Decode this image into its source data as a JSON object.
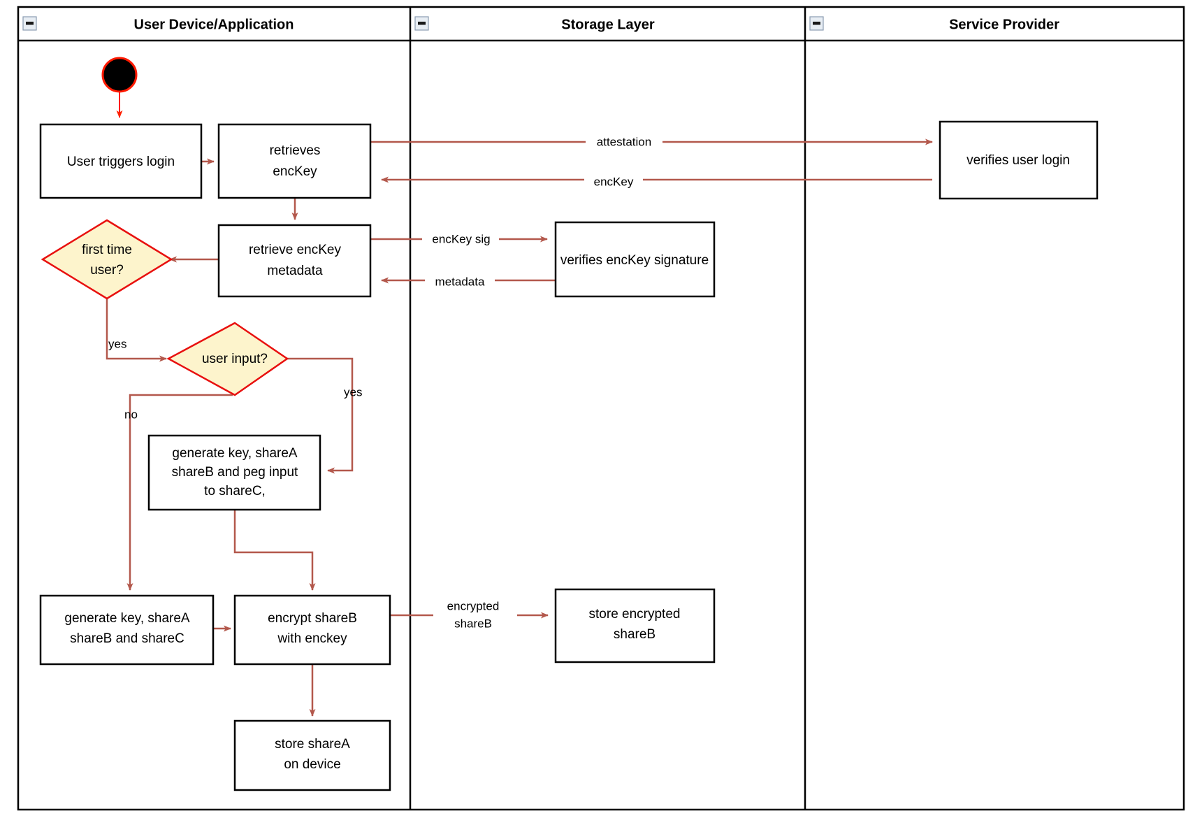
{
  "diagram": {
    "type": "activity-swimlane-diagram",
    "lanes": [
      {
        "id": "lane-user-device",
        "title": "User Device/Application",
        "collapse_icon": "collapse-minus-icon"
      },
      {
        "id": "lane-storage",
        "title": "Storage Layer",
        "collapse_icon": "collapse-minus-icon"
      },
      {
        "id": "lane-service-provider",
        "title": "Service Provider",
        "collapse_icon": "collapse-minus-icon"
      }
    ],
    "nodes": [
      {
        "id": "start",
        "shape": "initial-node",
        "lane": "lane-user-device",
        "label": ""
      },
      {
        "id": "user-triggers-login",
        "shape": "action",
        "lane": "lane-user-device",
        "label": "User triggers login"
      },
      {
        "id": "retrieves-enckey",
        "shape": "action",
        "lane": "lane-user-device",
        "label_line1": "retrieves",
        "label_line2": "encKey"
      },
      {
        "id": "retrieve-enckey-metadata",
        "shape": "action",
        "lane": "lane-user-device",
        "label_line1": "retrieve encKey",
        "label_line2": "metadata"
      },
      {
        "id": "first-time-user",
        "shape": "decision",
        "lane": "lane-user-device",
        "label_line1": "first time",
        "label_line2": "user?"
      },
      {
        "id": "user-input",
        "shape": "decision",
        "lane": "lane-user-device",
        "label_line1": "user input?"
      },
      {
        "id": "generate-peg",
        "shape": "action",
        "lane": "lane-user-device",
        "label_line1": "generate key, shareA",
        "label_line2": "shareB and peg input",
        "label_line3": "to shareC,"
      },
      {
        "id": "generate-shares",
        "shape": "action",
        "lane": "lane-user-device",
        "label_line1": "generate key, shareA",
        "label_line2": "shareB and shareC"
      },
      {
        "id": "encrypt-shareb",
        "shape": "action",
        "lane": "lane-user-device",
        "label_line1": "encrypt shareB",
        "label_line2": "with enckey"
      },
      {
        "id": "store-sharea",
        "shape": "action",
        "lane": "lane-user-device",
        "label_line1": "store shareA",
        "label_line2": "on device"
      },
      {
        "id": "verifies-enckey-signature",
        "shape": "action",
        "lane": "lane-storage",
        "label_line1": "verifies encKey signature"
      },
      {
        "id": "store-encrypted-shareb",
        "shape": "action",
        "lane": "lane-storage",
        "label_line1": "store encrypted",
        "label_line2": "shareB"
      },
      {
        "id": "verifies-user-login",
        "shape": "action",
        "lane": "lane-service-provider",
        "label_line1": "verifies user login"
      }
    ],
    "edges": [
      {
        "id": "edge-start-to-login",
        "from": "start",
        "to": "user-triggers-login",
        "label": ""
      },
      {
        "id": "edge-login-to-retrieves",
        "from": "user-triggers-login",
        "to": "retrieves-enckey",
        "label": ""
      },
      {
        "id": "edge-attestation",
        "from": "retrieves-enckey",
        "to": "verifies-user-login",
        "label": "attestation"
      },
      {
        "id": "edge-enckey-return",
        "from": "verifies-user-login",
        "to": "retrieves-enckey",
        "label": "encKey"
      },
      {
        "id": "edge-retrieves-to-metadata",
        "from": "retrieves-enckey",
        "to": "retrieve-enckey-metadata",
        "label": ""
      },
      {
        "id": "edge-enckey-sig",
        "from": "retrieve-enckey-metadata",
        "to": "verifies-enckey-signature",
        "label": "encKey sig"
      },
      {
        "id": "edge-metadata-return",
        "from": "verifies-enckey-signature",
        "to": "retrieve-enckey-metadata",
        "label": "metadata"
      },
      {
        "id": "edge-metadata-to-firsttime",
        "from": "retrieve-enckey-metadata",
        "to": "first-time-user",
        "label": ""
      },
      {
        "id": "edge-firsttime-yes",
        "from": "first-time-user",
        "to": "user-input",
        "label": "yes"
      },
      {
        "id": "edge-userinput-yes",
        "from": "user-input",
        "to": "generate-peg",
        "label": "yes"
      },
      {
        "id": "edge-userinput-no",
        "from": "user-input",
        "to": "generate-shares",
        "label": "no"
      },
      {
        "id": "edge-peg-to-encrypt",
        "from": "generate-peg",
        "to": "encrypt-shareb",
        "label": ""
      },
      {
        "id": "edge-shares-to-encrypt",
        "from": "generate-shares",
        "to": "encrypt-shareb",
        "label": ""
      },
      {
        "id": "edge-encrypted-shareb",
        "from": "encrypt-shareb",
        "to": "store-encrypted-shareb",
        "label_line1": "encrypted",
        "label_line2": "shareB"
      },
      {
        "id": "edge-encrypt-to-store-sharea",
        "from": "encrypt-shareb",
        "to": "store-sharea",
        "label": ""
      }
    ],
    "colors": {
      "edge": "#b3584c",
      "decision_fill": "#fdf4cc",
      "decision_stroke": "#e8100f",
      "box_fill": "#ffffff",
      "box_stroke": "#000000",
      "start_node_fill": "#000000",
      "start_node_stroke": "#ff0000",
      "lane_border": "#000000",
      "background": "#ffffff"
    }
  }
}
